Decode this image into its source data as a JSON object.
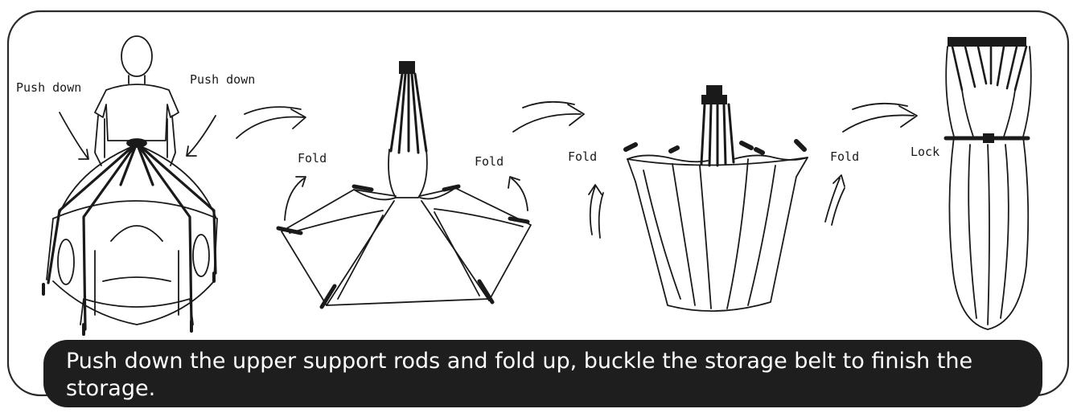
{
  "labels": {
    "push_down_left": "Push down",
    "push_down_right": "Push down",
    "fold_1_left": "Fold",
    "fold_1_right": "Fold",
    "fold_2_left": "Fold",
    "fold_2_right": "Fold",
    "lock": "Lock"
  },
  "caption": {
    "text": "Push down the upper support rods and fold up, buckle the storage belt to finish the storage."
  },
  "colors": {
    "line": "#1a1a1a",
    "caption_bg": "#1e1e1e",
    "caption_text": "#ffffff",
    "frame": "#2a2a2a"
  }
}
